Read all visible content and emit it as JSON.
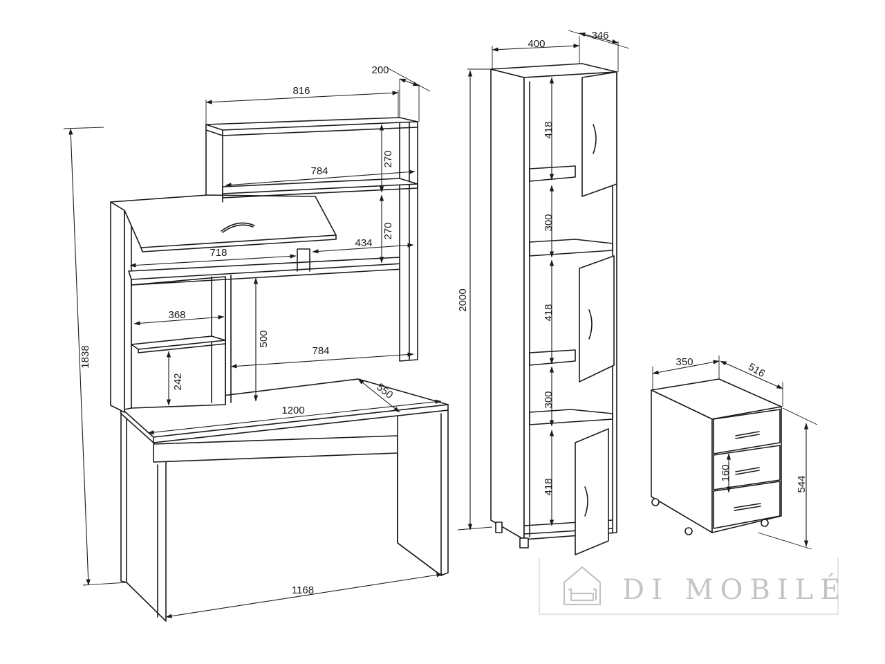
{
  "dimensions": {
    "desk": {
      "total_height": "1838",
      "top_depth": "200",
      "top_width": "816",
      "upper_shelf_width": "784",
      "upper_shelf_height": "270",
      "middle_shelf_height": "270",
      "hinged_shelf_width": "718",
      "right_shelf_width": "434",
      "left_shelf_width": "368",
      "opening_height": "500",
      "desk_inner_width": "784",
      "lower_shelf_height": "242",
      "desk_depth": "550",
      "desk_width": "1200",
      "leg_span": "1168"
    },
    "tower": {
      "width": "400",
      "depth": "346",
      "total_height": "2000",
      "section_1": "418",
      "section_2": "300",
      "section_3": "418",
      "section_4": "300",
      "section_5": "418"
    },
    "pedestal": {
      "width": "350",
      "depth": "516",
      "height": "544",
      "drawer_height": "160"
    }
  },
  "watermark": {
    "brand": "DI MOBILÉ",
    "icon": "sofa-house-icon"
  }
}
